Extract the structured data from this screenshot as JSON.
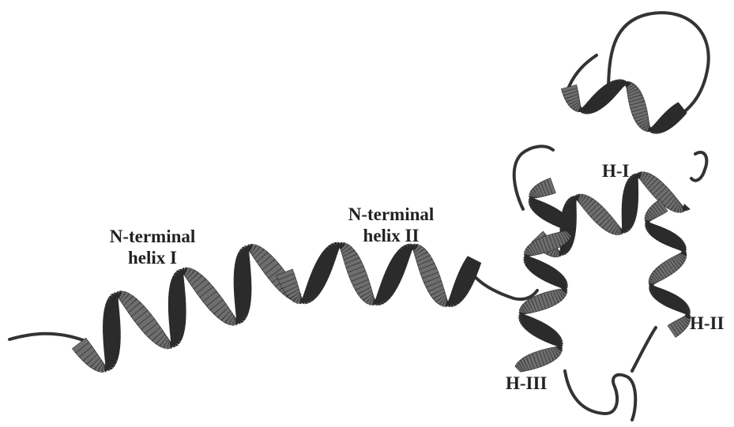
{
  "figure": {
    "labels": {
      "n_helix_1": {
        "line1": "N-terminal",
        "line2": "helix I"
      },
      "n_helix_2": {
        "line1": "N-terminal",
        "line2": "helix II"
      },
      "h1": "H-I",
      "h2": "H-II",
      "h3": "H-III"
    },
    "colors": {
      "background": "#ffffff",
      "ribbon_dark": "#2b2b2b",
      "ribbon_highlight": "#6e6e6e",
      "coil": "#333333",
      "text": "#222222"
    }
  }
}
